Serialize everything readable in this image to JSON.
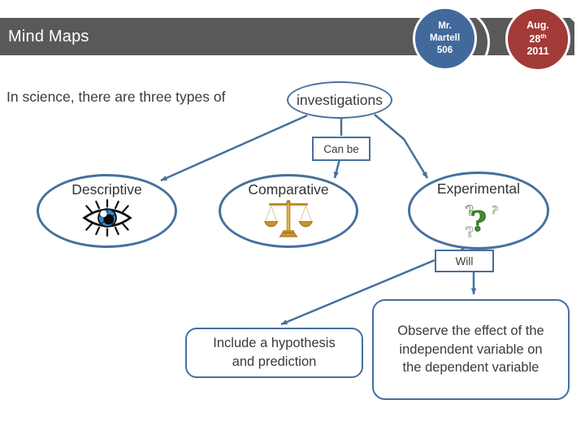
{
  "header": {
    "title": "Mind Maps"
  },
  "badges": {
    "teacher": {
      "lines": [
        "Mr.",
        "Martell",
        "506"
      ]
    },
    "date": {
      "line1": "Aug.",
      "day": "28",
      "day_suffix": "th",
      "year": "2011"
    }
  },
  "sentence": {
    "prefix": "In science, there are three types of"
  },
  "nodes": {
    "root": "investigations",
    "can_be_label": "Can be",
    "will_label": "Will",
    "branches": [
      {
        "label": "Descriptive",
        "icon": "eye-icon"
      },
      {
        "label": "Comparative",
        "icon": "balance-scale-icon"
      },
      {
        "label": "Experimental",
        "icon": "question-marks-icon"
      }
    ],
    "hypothesis_box": "Include a hypothesis and prediction",
    "observe_box": "Observe the effect of the independent variable on the dependent variable"
  },
  "colors": {
    "bar": "#595959",
    "outline": "#46709e",
    "teacher_badge": "#42699b",
    "date_badge": "#a23b38",
    "text": "#3b3b3b"
  }
}
